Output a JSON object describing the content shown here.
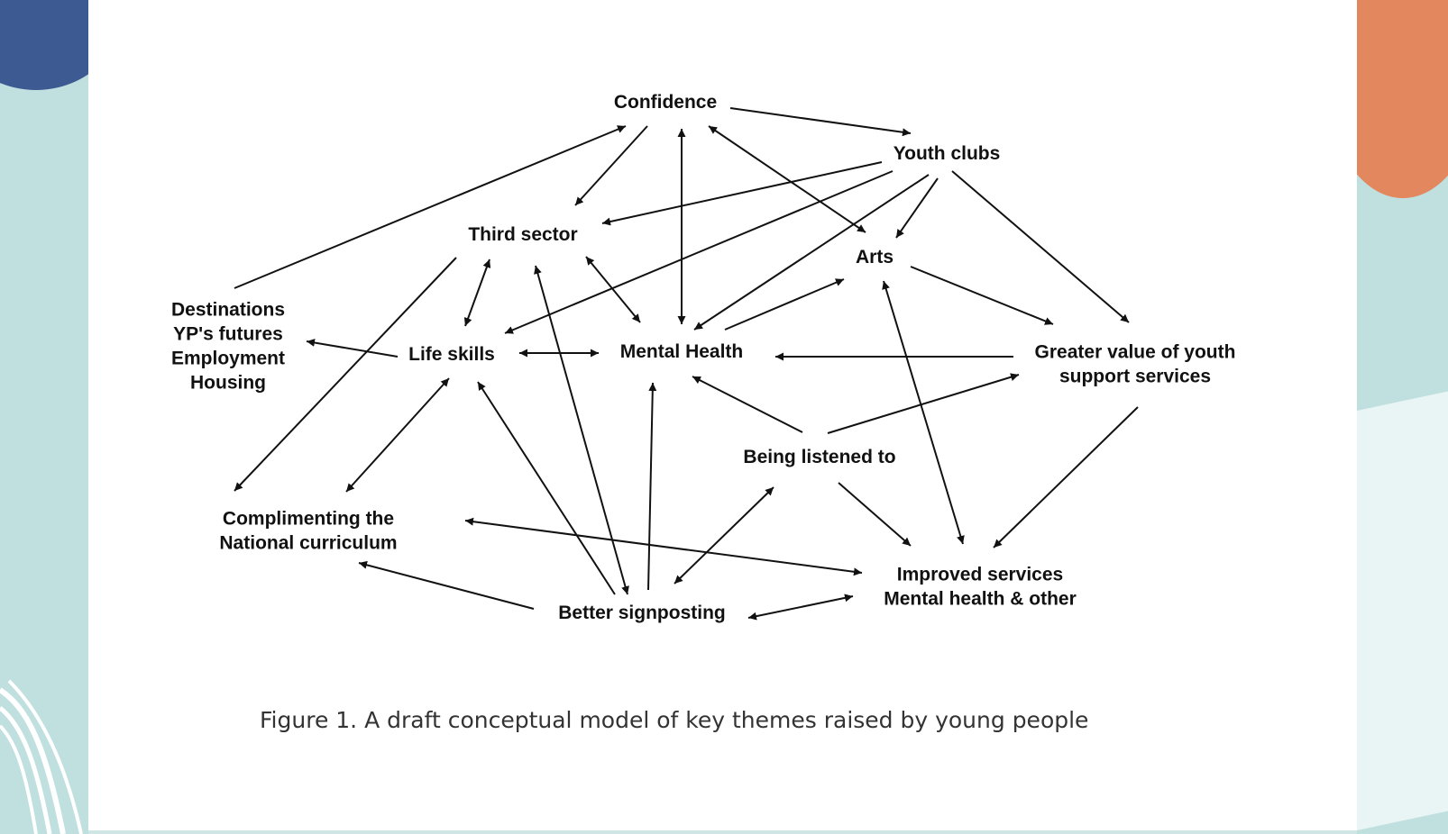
{
  "caption": "Figure 1. A draft conceptual model of key themes raised by young people",
  "colors": {
    "background": "#bfe0df",
    "slide": "#ffffff",
    "accent_blue": "#3d5a93",
    "accent_orange": "#e3875f",
    "ink": "#111111"
  },
  "nodes": [
    {
      "id": "confidence",
      "lines": [
        "Confidence"
      ]
    },
    {
      "id": "youth_clubs",
      "lines": [
        "Youth clubs"
      ]
    },
    {
      "id": "third_sector",
      "lines": [
        "Third sector"
      ]
    },
    {
      "id": "arts",
      "lines": [
        "Arts"
      ]
    },
    {
      "id": "destinations",
      "lines": [
        "Destinations",
        "YP's futures",
        "Employment",
        "Housing"
      ]
    },
    {
      "id": "life_skills",
      "lines": [
        "Life skills"
      ]
    },
    {
      "id": "mental_health",
      "lines": [
        "Mental Health"
      ]
    },
    {
      "id": "greater_value",
      "lines": [
        "Greater value of youth",
        "support services"
      ]
    },
    {
      "id": "being_listened",
      "lines": [
        "Being listened to"
      ]
    },
    {
      "id": "complimenting",
      "lines": [
        "Complimenting the",
        "National curriculum"
      ]
    },
    {
      "id": "improved_services",
      "lines": [
        "Improved services",
        "Mental health & other"
      ]
    },
    {
      "id": "better_signposting",
      "lines": [
        "Better signposting"
      ]
    }
  ],
  "edges": [
    {
      "from": "confidence",
      "to": "youth_clubs",
      "direction": "forward"
    },
    {
      "from": "confidence",
      "to": "third_sector",
      "direction": "forward"
    },
    {
      "from": "confidence",
      "to": "mental_health",
      "direction": "both"
    },
    {
      "from": "confidence",
      "to": "arts",
      "direction": "both"
    },
    {
      "from": "destinations",
      "to": "confidence",
      "direction": "forward"
    },
    {
      "from": "youth_clubs",
      "to": "third_sector",
      "direction": "forward"
    },
    {
      "from": "youth_clubs",
      "to": "life_skills",
      "direction": "forward"
    },
    {
      "from": "youth_clubs",
      "to": "mental_health",
      "direction": "forward"
    },
    {
      "from": "youth_clubs",
      "to": "arts",
      "direction": "forward"
    },
    {
      "from": "youth_clubs",
      "to": "greater_value",
      "direction": "forward"
    },
    {
      "from": "third_sector",
      "to": "life_skills",
      "direction": "both"
    },
    {
      "from": "third_sector",
      "to": "mental_health",
      "direction": "both"
    },
    {
      "from": "third_sector",
      "to": "complimenting",
      "direction": "forward"
    },
    {
      "from": "third_sector",
      "to": "better_signposting",
      "direction": "both"
    },
    {
      "from": "mental_health",
      "to": "arts",
      "direction": "forward"
    },
    {
      "from": "arts",
      "to": "greater_value",
      "direction": "forward"
    },
    {
      "from": "arts",
      "to": "improved_services",
      "direction": "both"
    },
    {
      "from": "life_skills",
      "to": "destinations",
      "direction": "forward"
    },
    {
      "from": "life_skills",
      "to": "mental_health",
      "direction": "both"
    },
    {
      "from": "life_skills",
      "to": "complimenting",
      "direction": "both"
    },
    {
      "from": "better_signposting",
      "to": "life_skills",
      "direction": "forward"
    },
    {
      "from": "greater_value",
      "to": "mental_health",
      "direction": "forward"
    },
    {
      "from": "greater_value",
      "to": "improved_services",
      "direction": "forward"
    },
    {
      "from": "being_listened",
      "to": "mental_health",
      "direction": "forward"
    },
    {
      "from": "being_listened",
      "to": "greater_value",
      "direction": "forward"
    },
    {
      "from": "being_listened",
      "to": "improved_services",
      "direction": "forward"
    },
    {
      "from": "better_signposting",
      "to": "being_listened",
      "direction": "both"
    },
    {
      "from": "better_signposting",
      "to": "mental_health",
      "direction": "forward"
    },
    {
      "from": "better_signposting",
      "to": "complimenting",
      "direction": "forward"
    },
    {
      "from": "better_signposting",
      "to": "improved_services",
      "direction": "both"
    },
    {
      "from": "complimenting",
      "to": "improved_services",
      "direction": "both"
    }
  ]
}
